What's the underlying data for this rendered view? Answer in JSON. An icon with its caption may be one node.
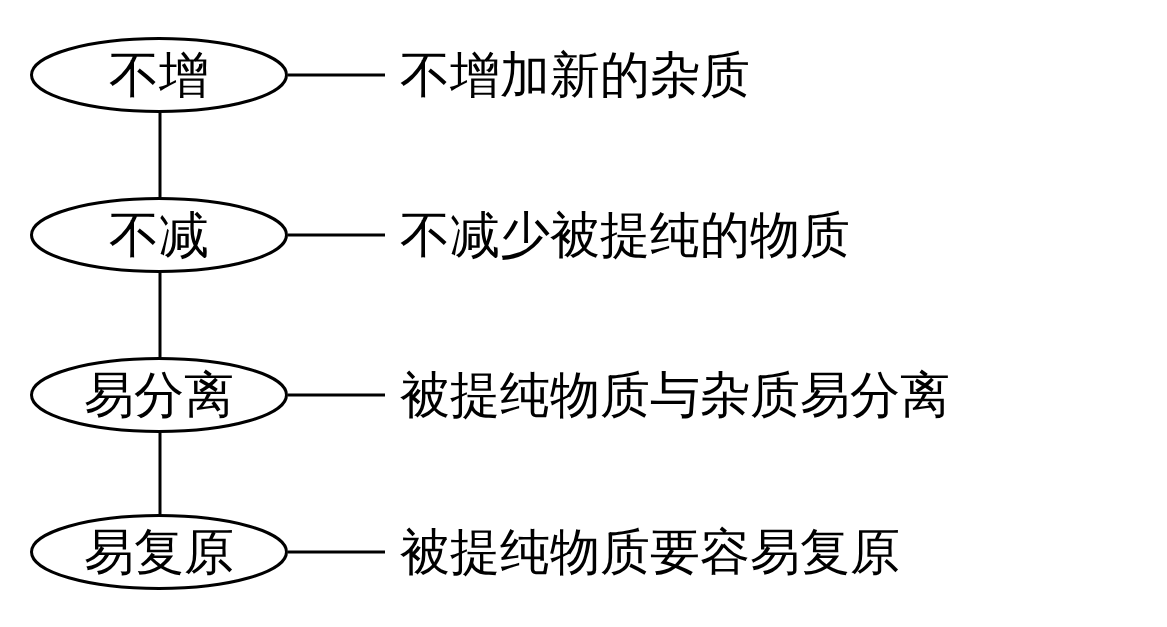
{
  "diagram": {
    "nodes": [
      {
        "text": [
          "不增"
        ]
      },
      {
        "text": [
          "不减"
        ]
      },
      {
        "text": [
          "易分离"
        ]
      },
      {
        "text": [
          "易复原"
        ]
      },
      {
        "text": [
          "不增加新的杂质"
        ]
      },
      {
        "text": [
          "不减少被提纯的物质"
        ]
      },
      {
        "text": [
          "被提纯物质与杂质易分离"
        ]
      },
      {
        "text": [
          "被提纯物质要容易复原"
        ]
      }
    ],
    "edges": [
      {
        "from": 0,
        "to": 1,
        "arrow": "none"
      },
      {
        "from": 1,
        "to": 2,
        "arrow": "none"
      },
      {
        "from": 2,
        "to": 3,
        "arrow": "none"
      },
      {
        "from": 0,
        "to": 4,
        "arrow": "none"
      },
      {
        "from": 1,
        "to": 5,
        "arrow": "none"
      },
      {
        "from": 2,
        "to": 6,
        "arrow": "none"
      },
      {
        "from": 3,
        "to": 7,
        "arrow": "none"
      }
    ]
  }
}
